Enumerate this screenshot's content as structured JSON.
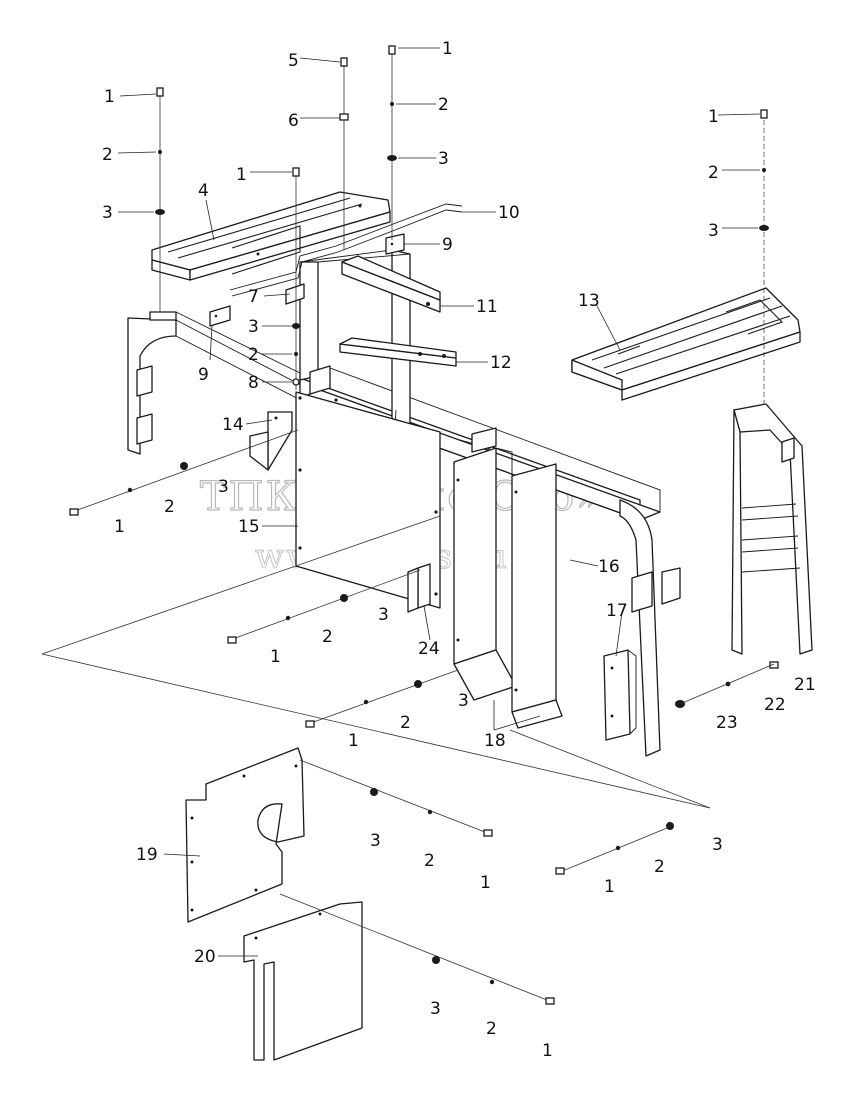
{
  "watermark": {
    "line1": "ТПК «Техно-Сиб»",
    "line2": "www.tpkts.ru"
  },
  "callouts": {
    "c1": "1",
    "c2": "2",
    "c3": "3",
    "c4": "4",
    "c5": "5",
    "c6": "6",
    "c7": "7",
    "c8": "8",
    "c9": "9",
    "c10": "10",
    "c11": "11",
    "c12": "12",
    "c13": "13",
    "c14": "14",
    "c15": "15",
    "c16": "16",
    "c17": "17",
    "c18": "18",
    "c19": "19",
    "c20": "20",
    "c21": "21",
    "c22": "22",
    "c23": "23",
    "c24": "24"
  }
}
